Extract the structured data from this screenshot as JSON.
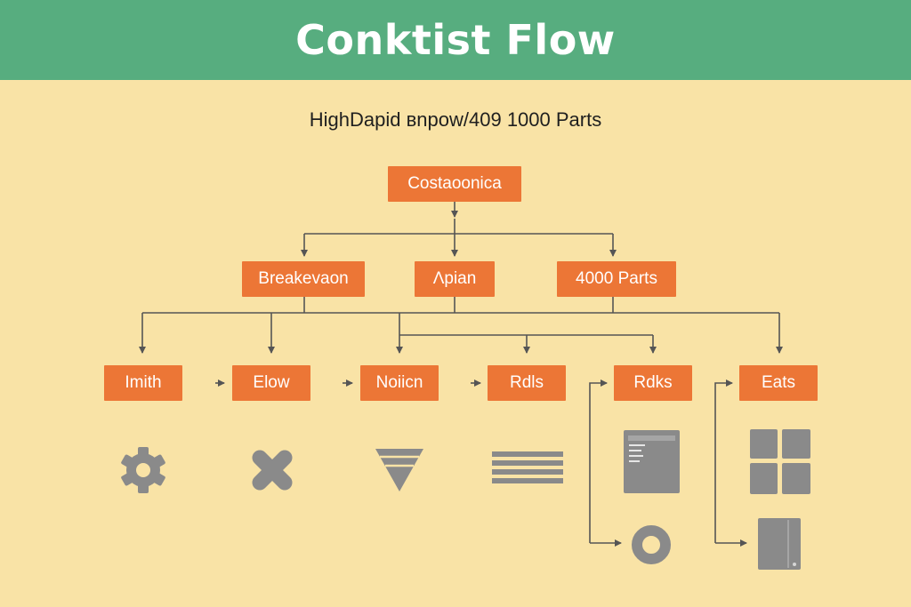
{
  "header": {
    "title": "Conktist Flow",
    "bg": "#57ad7f"
  },
  "subtitle": "HighDapid вnpow/409 1000 Parts",
  "colors": {
    "node": "#ec7636",
    "background": "#f9e3a6",
    "line": "#555555",
    "icon": "#8a8a8a"
  },
  "root": {
    "label": "Costaoonica"
  },
  "level2": [
    {
      "label": "Breakevaon"
    },
    {
      "label": "Ʌpian"
    },
    {
      "label": "4000 Parts"
    }
  ],
  "level3": [
    {
      "label": "Imith",
      "icon": "gear-icon"
    },
    {
      "label": "Elow",
      "icon": "cross-icon"
    },
    {
      "label": "Noiicn",
      "icon": "funnel-icon"
    },
    {
      "label": "Rdls",
      "icon": "stacked-bars-icon"
    },
    {
      "label": "Rdks",
      "icon": "document-icon",
      "sub_icon": "ring-icon"
    },
    {
      "label": "Eats",
      "icon": "grid-icon",
      "sub_icon": "tablet-icon"
    }
  ]
}
